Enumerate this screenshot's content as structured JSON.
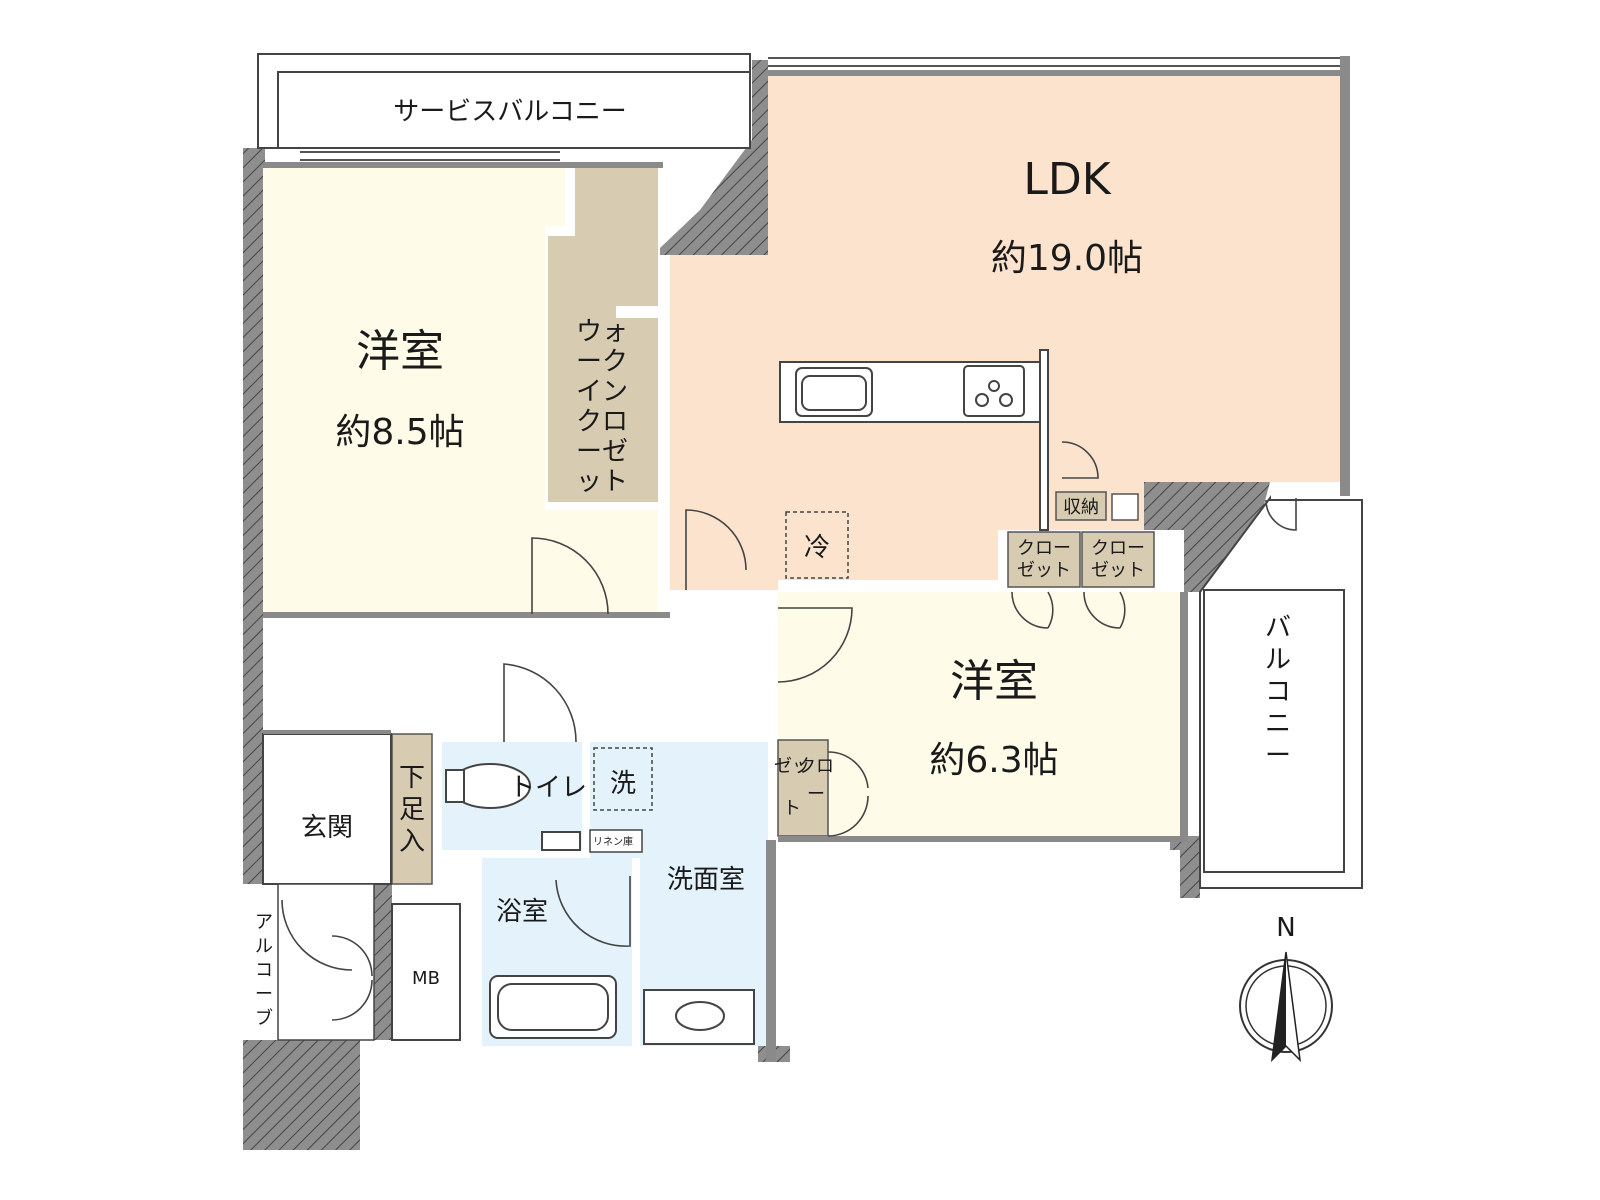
{
  "rooms": {
    "service_balcony": "サービスバルコニー",
    "ldk_name": "LDK",
    "ldk_size": "約19.0帖",
    "western1_name": "洋室",
    "western1_size": "約8.5帖",
    "walkin_closet": [
      "ウォ",
      "ーク",
      "イン",
      "クロ",
      "ーゼ",
      "ット"
    ],
    "western2_name": "洋室",
    "western2_size": "約6.3帖",
    "fridge": "冷",
    "storage": "収納",
    "closet_a": [
      "クロー",
      "ゼット"
    ],
    "closet_b": [
      "クロー",
      "ゼット"
    ],
    "closet_c": [
      "ゼッ",
      "クロ",
      "ト",
      "ー"
    ],
    "balcony": [
      "バ",
      "ル",
      "コ",
      "ニ",
      "ー"
    ],
    "toilet": "トイレ",
    "washer": "洗",
    "linen": "リネン庫",
    "washroom": "洗面室",
    "bathroom": "浴室",
    "entrance": "玄関",
    "shoe_cabinet": [
      "下",
      "足",
      "入"
    ],
    "mb": "MB",
    "alcove": [
      "ア",
      "ル",
      "コ",
      "ー",
      "ブ"
    ]
  },
  "compass": {
    "north": "N"
  },
  "colors": {
    "ldk": "#fce3cd",
    "western": "#fefbe9",
    "closet": "#d7cbb1",
    "water": "#e3f2fb",
    "wall": "#8a8a8a"
  }
}
